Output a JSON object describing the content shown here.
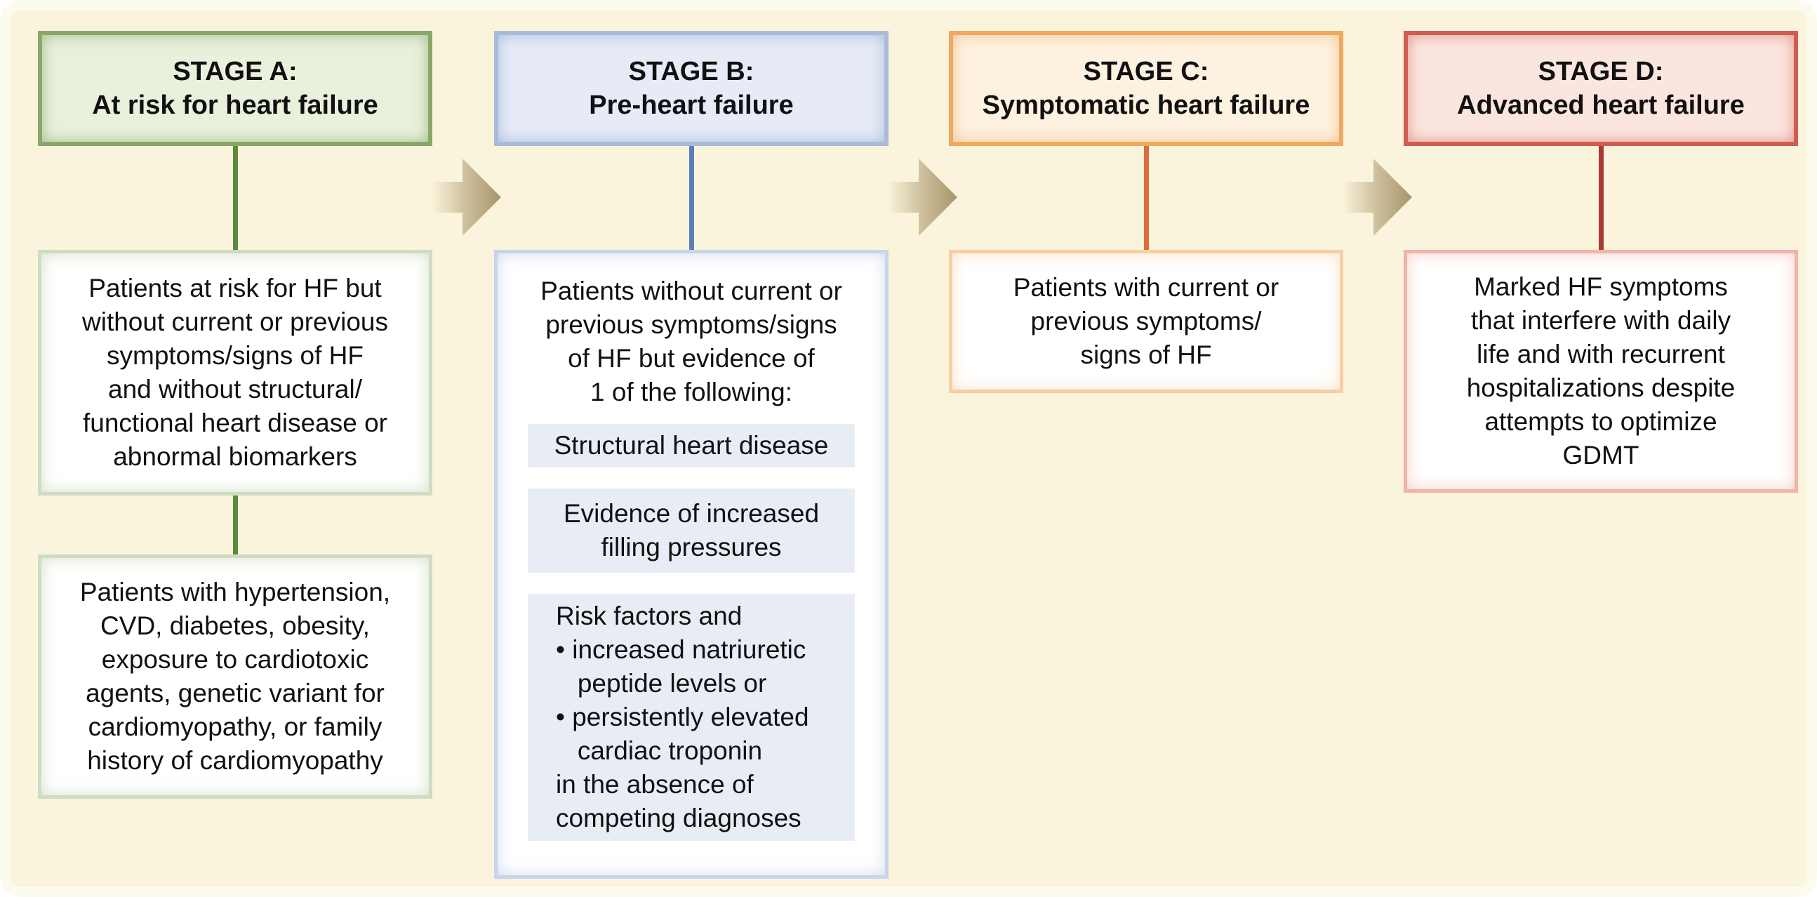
{
  "stages": [
    {
      "id": "a",
      "header_line1": "STAGE A:",
      "header_line2": "At risk for heart failure",
      "description": [
        "Patients at risk for HF but",
        "without current or previous",
        "symptoms/signs of HF",
        "and without structural/",
        "functional heart disease or",
        "abnormal biomarkers"
      ],
      "examples": [
        "Patients with hypertension,",
        "CVD, diabetes, obesity,",
        "exposure to cardiotoxic",
        "agents, genetic variant for",
        "cardiomyopathy, or family",
        "history of cardiomyopathy"
      ]
    },
    {
      "id": "b",
      "header_line1": "STAGE B:",
      "header_line2": "Pre-heart failure",
      "description": [
        "Patients without current or",
        "previous symptoms/signs",
        "of HF but evidence of",
        "1 of the following:"
      ],
      "criteria": [
        [
          "Structural heart disease"
        ],
        [
          "Evidence of increased",
          "filling pressures"
        ],
        [
          "Risk factors and",
          "• increased natriuretic",
          "   peptide levels or",
          "• persistently elevated",
          "   cardiac troponin",
          "in the absence of",
          "competing diagnoses"
        ]
      ]
    },
    {
      "id": "c",
      "header_line1": "STAGE C:",
      "header_line2": "Symptomatic heart failure",
      "description": [
        "Patients with current or",
        "previous symptoms/",
        "signs of HF"
      ]
    },
    {
      "id": "d",
      "header_line1": "STAGE D:",
      "header_line2": "Advanced heart failure",
      "description": [
        "Marked HF symptoms",
        "that interfere with daily",
        "life and with recurrent",
        "hospitalizations despite",
        "attempts to optimize",
        "GDMT"
      ]
    }
  ],
  "colors": {
    "background": "#fbf4dc",
    "stage_a": "#88a86a",
    "stage_b": "#a8bbdc",
    "stage_c": "#f1a860",
    "stage_d": "#cf5d52",
    "arrow": "#b6a684"
  }
}
